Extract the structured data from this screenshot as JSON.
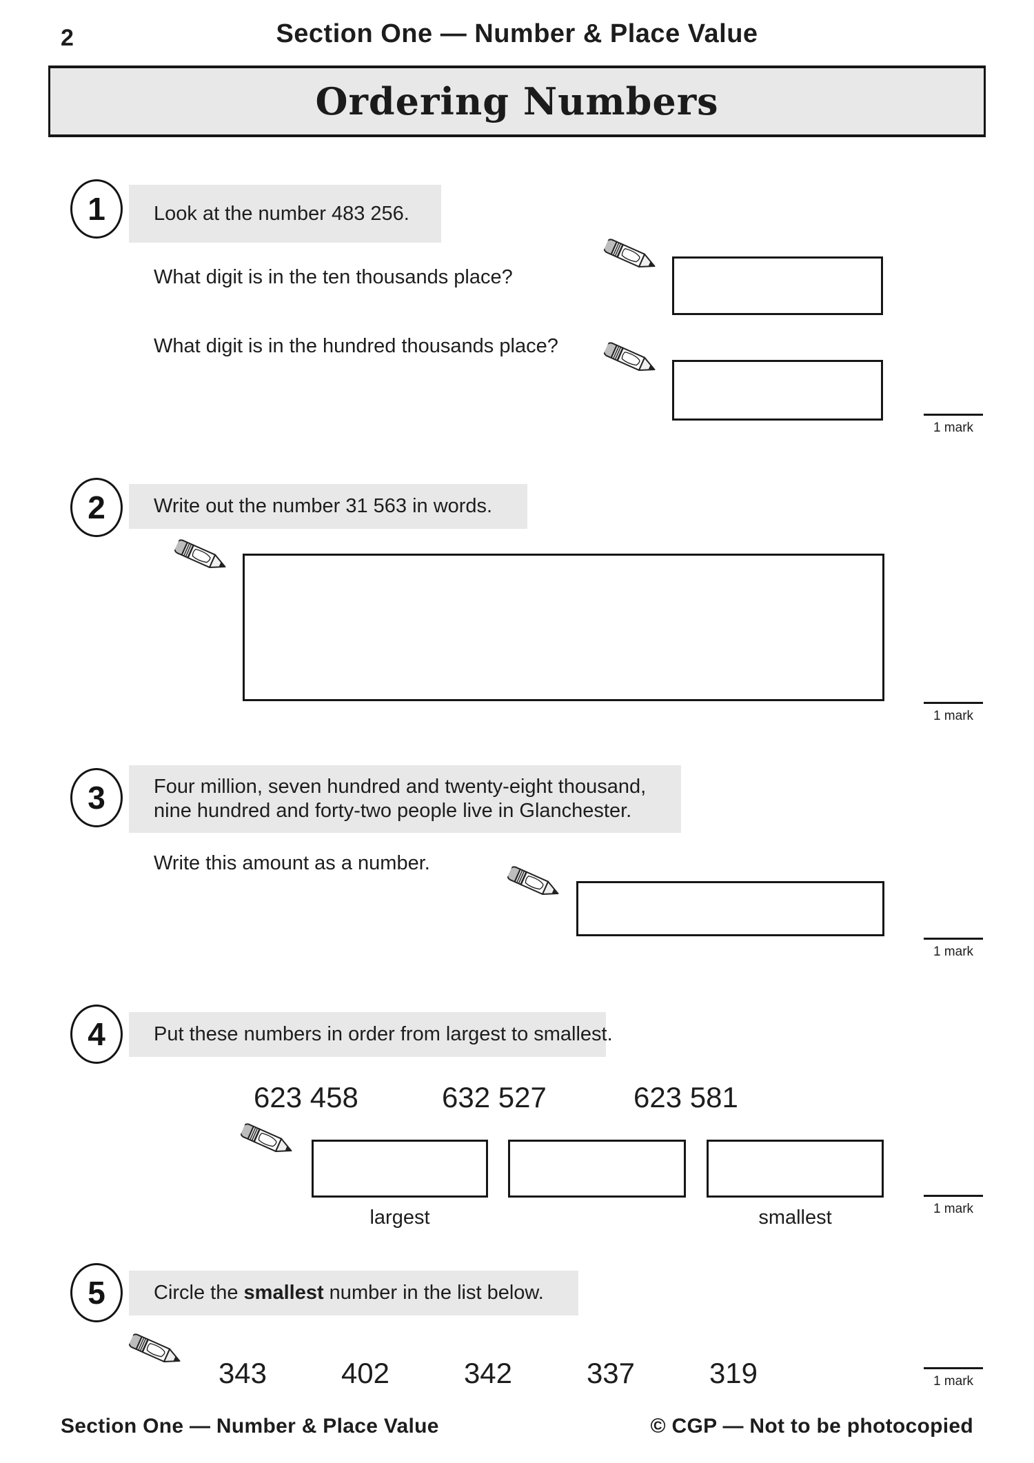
{
  "page": {
    "number": "2",
    "header": "Section One — Number & Place Value",
    "title": "Ordering Numbers"
  },
  "colors": {
    "highlight": "#e8e8e8",
    "ink": "#1d1d1d"
  },
  "icons": {
    "pencil": "pencil-icon"
  },
  "questions": {
    "q1": {
      "number": "1",
      "prompt": "Look at the number 483 256.",
      "sub1": "What digit is in the ten thousands place?",
      "sub2": "What digit is in the hundred thousands place?",
      "marks": "1 mark"
    },
    "q2": {
      "number": "2",
      "prompt": "Write out the number 31 563 in words.",
      "marks": "1 mark"
    },
    "q3": {
      "number": "3",
      "prompt_line1": "Four million, seven hundred and twenty-eight thousand,",
      "prompt_line2": "nine hundred and forty-two people live in Glanchester.",
      "sub": "Write this amount as a number.",
      "marks": "1 mark"
    },
    "q4": {
      "number": "4",
      "prompt": "Put these numbers in order from largest to smallest.",
      "numbers": [
        "623 458",
        "632 527",
        "623 581"
      ],
      "label_largest": "largest",
      "label_smallest": "smallest",
      "marks": "1 mark"
    },
    "q5": {
      "number": "5",
      "prompt_before": "Circle the ",
      "prompt_bold": "smallest",
      "prompt_after": " number in the list below.",
      "numbers": [
        "343",
        "402",
        "342",
        "337",
        "319"
      ],
      "marks": "1 mark"
    }
  },
  "footer": {
    "left": "Section One — Number & Place Value",
    "right": "© CGP — Not to be photocopied"
  }
}
